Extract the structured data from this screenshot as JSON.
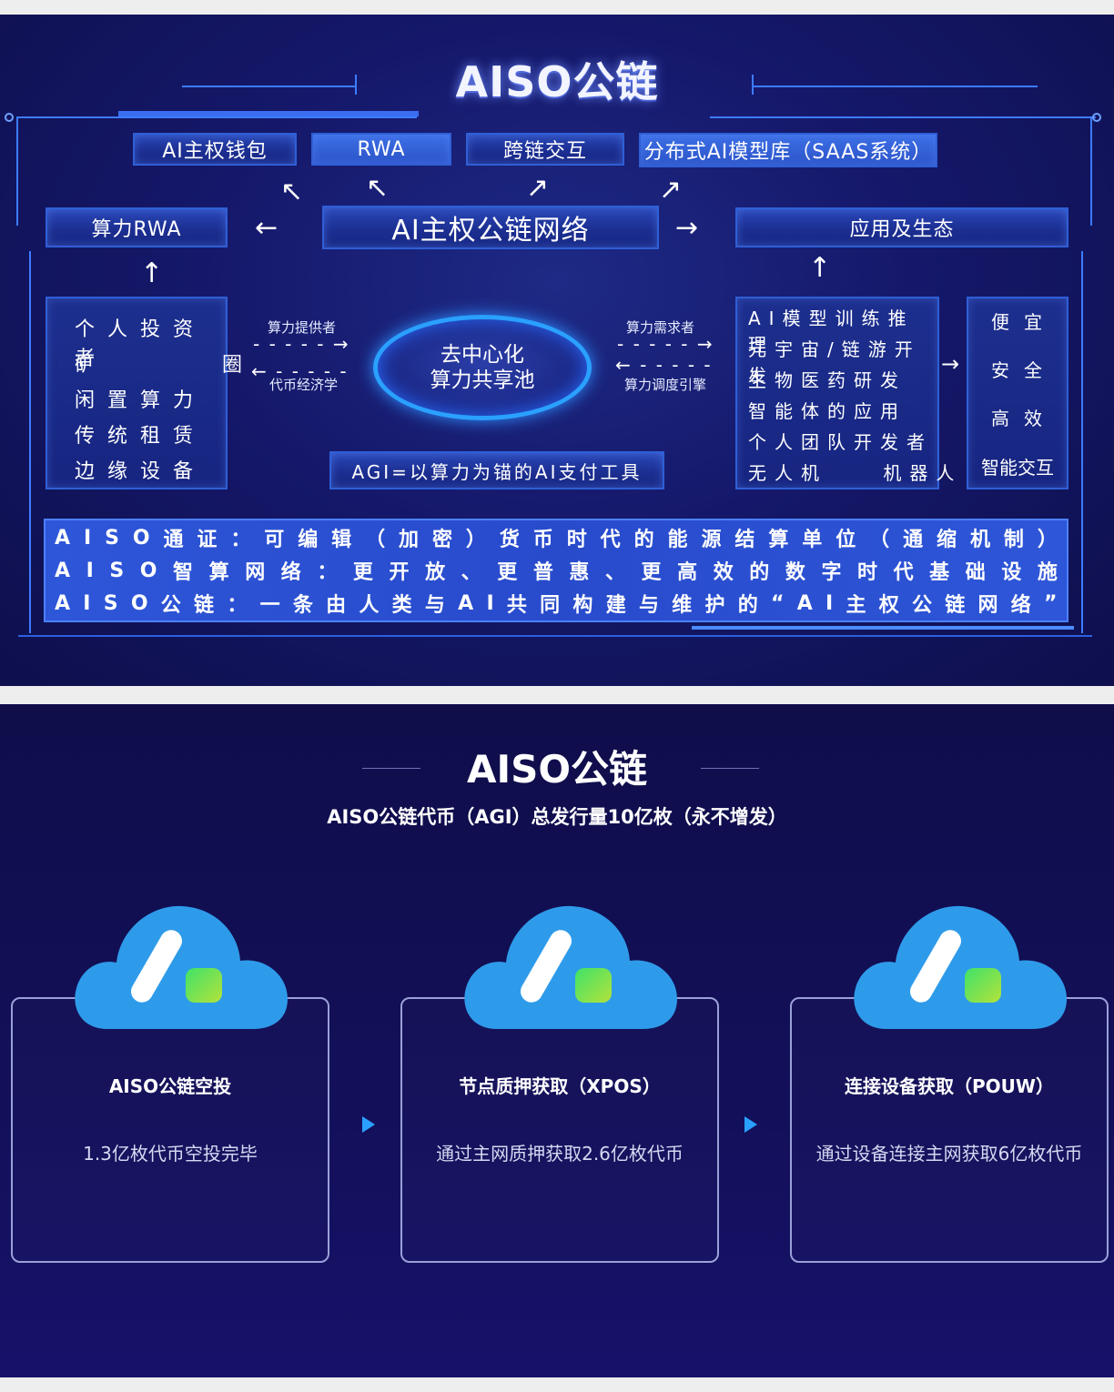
{
  "panel1": {
    "title": "AISO公链",
    "top_boxes": [
      "AI主权钱包",
      "RWA",
      "跨链交互",
      "分布式AI模型库（SAAS系统）"
    ],
    "left_box": "算力RWA",
    "center_box": "AI主权公链网络",
    "right_box": "应用及生态",
    "left_list": [
      "个人投资者",
      "矿      圈",
      "闲置算力",
      "传统租赁",
      "边缘设备"
    ],
    "provider_label": "算力提供者",
    "economics_label": "代币经济学",
    "pool": {
      "line1": "去中心化",
      "line2": "算力共享池"
    },
    "demander_label": "算力需求者",
    "scheduler_label": "算力调度引擎",
    "agi_box": "AGI=以算力为锚的AI支付工具",
    "right_list": [
      "AI模型训练推理",
      "元宇宙/链游开发",
      "生物医药研发",
      "智能体的应用",
      "个人团队开发者",
      "无人机    机器人"
    ],
    "side_list": [
      "便宜",
      "安全",
      "高效",
      "智能交互"
    ],
    "bottom_lines": [
      "AISO通证：可编辑（加密）货币时代的能源结算单位（通缩机制）",
      "AISO智算网络：更开放、更普惠、更高效的数字时代基础设施",
      "AISO公链：一条由人类与AI共同构建与维护的“AI主权公链网络”"
    ]
  },
  "panel2": {
    "title": "AISO公链",
    "subtitle": "AISO公链代币（AGI）总发行量10亿枚（永不增发）",
    "cards": [
      {
        "title": "AISO公链空投",
        "text": "1.3亿枚代币空投完毕"
      },
      {
        "title": "节点质押获取（XPOS）",
        "text": "通过主网质押获取2.6亿枚代币"
      },
      {
        "title": "连接设备获取（POUW）",
        "text": "通过设备连接主网获取6亿枚代币"
      }
    ]
  },
  "colors": {
    "accent": "#2aa0ff",
    "frame": "#3d7bff",
    "card_border": "#9aa0d8"
  }
}
